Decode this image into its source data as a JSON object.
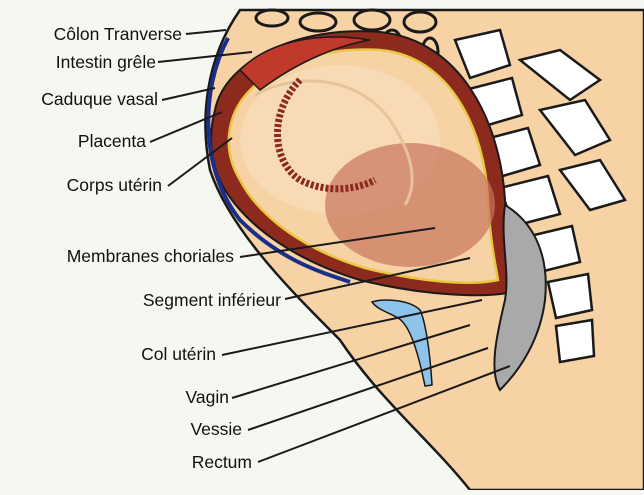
{
  "labels": [
    {
      "id": "colon",
      "text": "Côlon Tranverse"
    },
    {
      "id": "intestin",
      "text": "Intestin grêle"
    },
    {
      "id": "caduque",
      "text": "Caduque vasal"
    },
    {
      "id": "placenta",
      "text": "Placenta"
    },
    {
      "id": "corps",
      "text": "Corps utérin"
    },
    {
      "id": "membranes",
      "text": "Membranes choriales"
    },
    {
      "id": "segment",
      "text": "Segment inférieur"
    },
    {
      "id": "col",
      "text": "Col utérin"
    },
    {
      "id": "vagin",
      "text": "Vagin"
    },
    {
      "id": "vessie",
      "text": "Vessie"
    },
    {
      "id": "rectum",
      "text": "Rectum"
    }
  ],
  "colors": {
    "background": "#f4f8f0",
    "skin": "#f6d2a4",
    "uterus_wall": "#8c2a1e",
    "membrane": "#e8c840",
    "placenta": "#c0392b",
    "vessel_blue": "#1a2f8a",
    "bladder": "#8fc4ea",
    "rectum": "#a9a9a9",
    "spine": "#ffffff",
    "outline": "#1a1a1a"
  }
}
